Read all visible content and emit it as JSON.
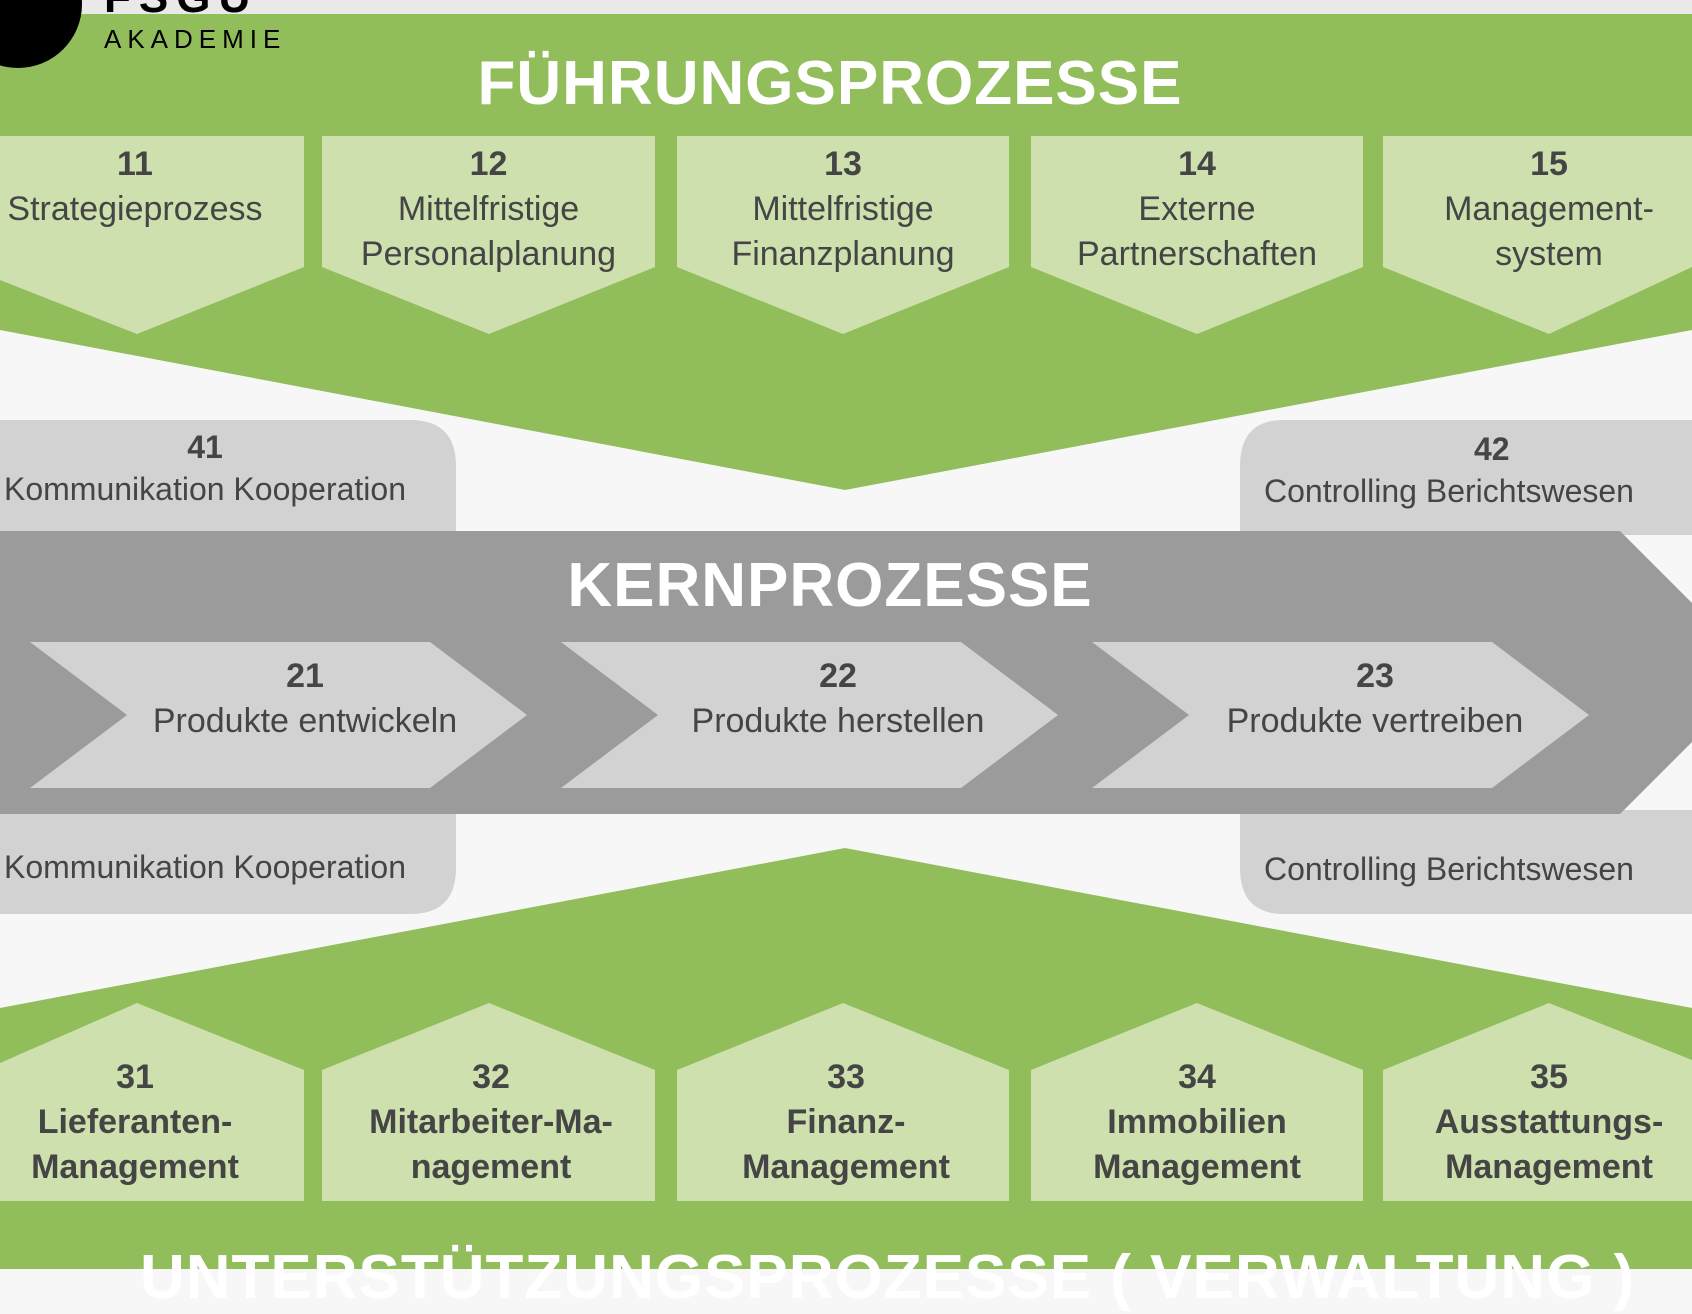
{
  "logo": {
    "wordmark": "FSGU",
    "subtitle": "AKADEMIE"
  },
  "colors": {
    "green_dark": "#92bd5b",
    "green_light": "#cde0ae",
    "gray_dark": "#9b9b9b",
    "gray_light": "#d2d2d2",
    "text": "#454545"
  },
  "fuehrung": {
    "title": "FÜHRUNGSPROZESSE",
    "items": [
      {
        "number": "11",
        "label": "Strategieprozess"
      },
      {
        "number": "12",
        "label": "Mittelfristige\nPersonalplanung"
      },
      {
        "number": "13",
        "label": "Mittelfristige\nFinanzplanung"
      },
      {
        "number": "14",
        "label": "Externe\nPartnerschaften"
      },
      {
        "number": "15",
        "label": "Management-\nsystem"
      }
    ]
  },
  "side": {
    "left_top": {
      "number": "41",
      "label": "Kommunikation Kooperation"
    },
    "left_bottom": {
      "label": "Kommunikation Kooperation"
    },
    "right_top": {
      "number": "42",
      "label": "Controlling Berichtswesen"
    },
    "right_bottom": {
      "label": "Controlling Berichtswesen"
    }
  },
  "kern": {
    "title": "KERNPROZESSE",
    "items": [
      {
        "number": "21",
        "label": "Produkte entwickeln"
      },
      {
        "number": "22",
        "label": "Produkte herstellen"
      },
      {
        "number": "23",
        "label": "Produkte vertreiben"
      }
    ]
  },
  "unterstuetzung": {
    "title": "UNTERSTÜTZUNGSPROZESSE ( VERWALTUNG )",
    "items": [
      {
        "number": "31",
        "label": "Lieferanten-\nManagement"
      },
      {
        "number": "32",
        "label": "Mitarbeiter-Ma-\nnagement"
      },
      {
        "number": "33",
        "label": "Finanz-\nManagement"
      },
      {
        "number": "34",
        "label": "Immobilien\nManagement"
      },
      {
        "number": "35",
        "label": "Ausstattungs-\nManagement"
      }
    ]
  }
}
